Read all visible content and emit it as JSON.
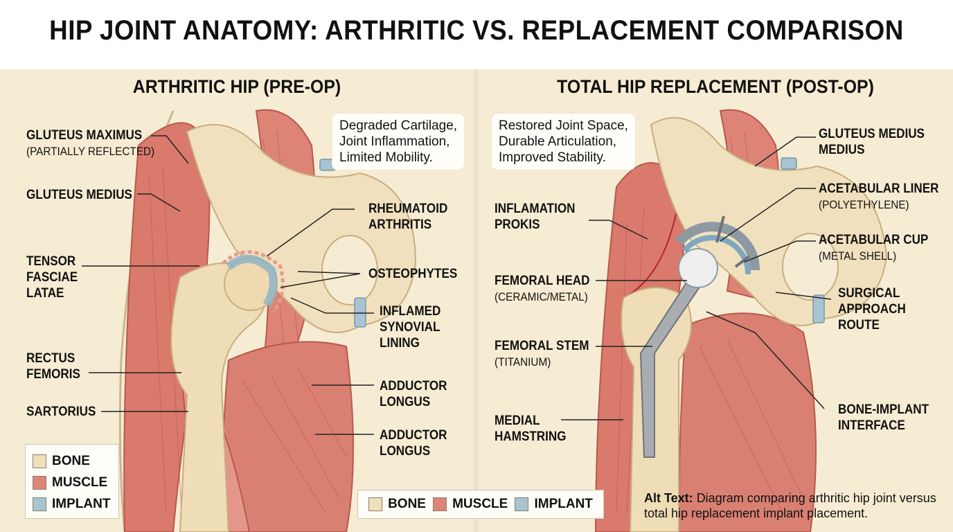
{
  "title": "HIP JOINT ANATOMY: ARTHRITIC VS. REPLACEMENT COMPARISON",
  "colors": {
    "bone": "#f0dfbb",
    "muscle": "#df8578",
    "implant": "#a8c3d1",
    "panel": "#f6ecd3"
  },
  "left": {
    "title": "ARTHRITIC HIP (PRE-OP)",
    "note": [
      "Degraded Cartilage,",
      "Joint Inflammation,",
      "Limited Mobility."
    ],
    "labels": {
      "gluteus_maximus": "GLUTEUS MAXIMUS",
      "gluteus_maximus_sub": "(PARTIALLY REFLECTED)",
      "gluteus_medius": "GLUTEUS MEDIUS",
      "tensor": [
        "TENSOR",
        "FASCIAE",
        "LATAE"
      ],
      "rectus": [
        "RECTUS",
        "FEMORIS"
      ],
      "sartorius": "SARTORIUS",
      "rheumatoid": [
        "RHEUMATOID",
        "ARTHRITIS"
      ],
      "osteophytes": "OSTEOPHYTES",
      "synovial": [
        "INFLAMED",
        "SYNOVIAL",
        "LINING"
      ],
      "adductor1": [
        "ADDUCTOR",
        "LONGUS"
      ],
      "adductor2": [
        "ADDUCTOR",
        "LONGUS"
      ]
    },
    "legend": [
      "BONE",
      "MUSCLE",
      "IMPLANT"
    ]
  },
  "right": {
    "title": "TOTAL HIP REPLACEMENT (POST-OP)",
    "note": [
      "Restored Joint Space,",
      "Durable Articulation,",
      "Improved Stability."
    ],
    "labels": {
      "gluteus_medius": [
        "GLUTEUS MEDIUS",
        "MEDIUS"
      ],
      "liner": "ACETABULAR LINER",
      "liner_sub": "(POLYETHYLENE)",
      "cup": "ACETABULAR CUP",
      "cup_sub": "(METAL SHELL)",
      "surgical": [
        "SURGICAL",
        "APPROACH",
        "ROUTE"
      ],
      "interface": [
        "BONE-IMPLANT",
        "INTERFACE"
      ],
      "inflammation": [
        "INFLAMATION",
        "PROKIS"
      ],
      "femoral_head": "FEMORAL HEAD",
      "femoral_head_sub": "(CERAMIC/METAL)",
      "femoral_stem": "FEMORAL STEM",
      "femoral_stem_sub": "(TITANIUM)",
      "hamstring": [
        "MEDIAL",
        "HAMSTRING"
      ]
    },
    "legend": [
      "BONE",
      "MUSCLE",
      "IMPLANT"
    ]
  },
  "alt_text": {
    "label": "Alt Text:",
    "text": "Diagram comparing arthritic hip joint versus total hip replacement implant placement."
  }
}
